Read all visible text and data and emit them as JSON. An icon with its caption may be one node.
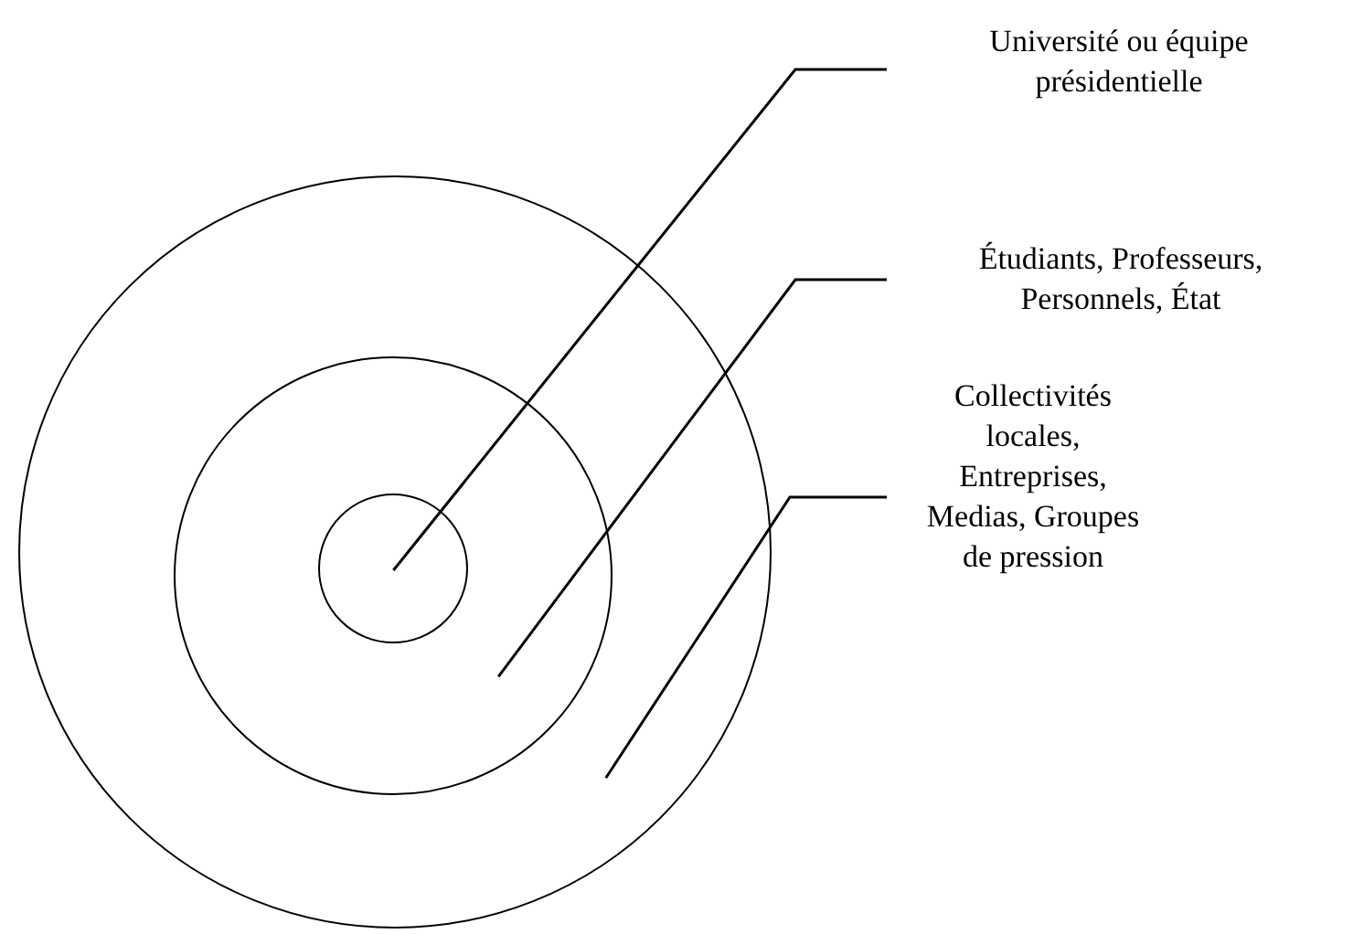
{
  "diagram": {
    "nodes": [
      {
        "text": [],
        "shape": "circle"
      },
      {
        "text": [],
        "shape": "circle",
        "in": 0
      },
      {
        "text": [],
        "shape": "circle",
        "in": 1
      },
      {
        "text": [
          "Université ou équipe présidentielle"
        ]
      },
      {
        "text": [
          "Étudiants, Professeurs, Personnels, État"
        ]
      },
      {
        "text": [
          "Collectivités locales, Entreprises, Medias, Groupes de pression"
        ]
      }
    ],
    "edges": [
      {
        "from": 3,
        "to": 2,
        "arrow": "none"
      },
      {
        "from": 4,
        "to": 1,
        "arrow": "none"
      },
      {
        "from": 5,
        "to": 0,
        "arrow": "none"
      }
    ]
  }
}
